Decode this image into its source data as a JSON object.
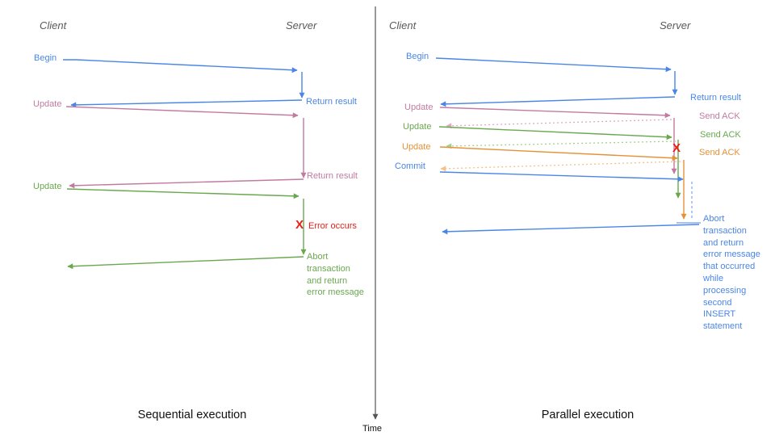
{
  "colors": {
    "blue": "#4a86e8",
    "pink": "#c27ba0",
    "green": "#6aa84f",
    "orange": "#e69138",
    "red": "#ee1b14",
    "ack-pink": "#dcaac4",
    "ack-green": "#a9d08e",
    "ack-orange": "#f5c089",
    "wait-blue": "#7da7f0",
    "header-gray": "#595959",
    "axis-gray": "#555555",
    "caption-black": "#111111"
  },
  "time_axis": {
    "label": "Time"
  },
  "sequential": {
    "caption": "Sequential execution",
    "client_header": "Client",
    "server_header": "Server",
    "begin": "Begin",
    "return_result_1": "Return result",
    "update_1": "Update",
    "return_result_2": "Return result",
    "update_2": "Update",
    "error_mark": "X",
    "error_text": "Error occurs",
    "abort_text": "Abort\ntransaction\nand return\nerror message"
  },
  "parallel": {
    "caption": "Parallel execution",
    "client_header": "Client",
    "server_header": "Server",
    "begin": "Begin",
    "return_result": "Return result",
    "update_1": "Update",
    "send_ack_1": "Send ACK",
    "update_2": "Update",
    "send_ack_2": "Send ACK",
    "update_3": "Update",
    "send_ack_3": "Send ACK",
    "commit": "Commit",
    "error_mark": "X",
    "abort_text": "Abort\ntransaction\nand return\nerror message\nthat occurred\nwhile\nprocessing\nsecond\nINSERT\nstatement"
  }
}
